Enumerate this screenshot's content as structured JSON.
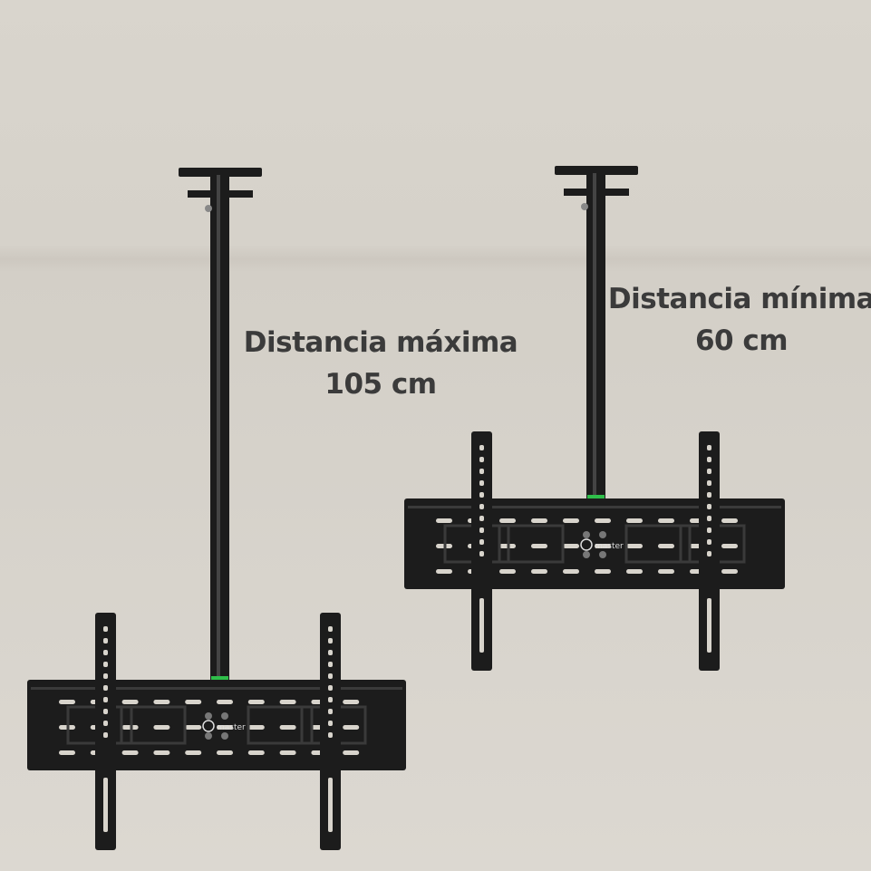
{
  "max_label": {
    "title": "Distancia máxima",
    "value": "105 cm"
  },
  "min_label": {
    "title": "Distancia mínima",
    "value": "60 cm"
  },
  "logo": "master",
  "colors": {
    "metal": "#1c1c1c",
    "level_bubble": "#2fbf4a",
    "text": "#3b3b3b",
    "wall": "#d8d4cc"
  }
}
